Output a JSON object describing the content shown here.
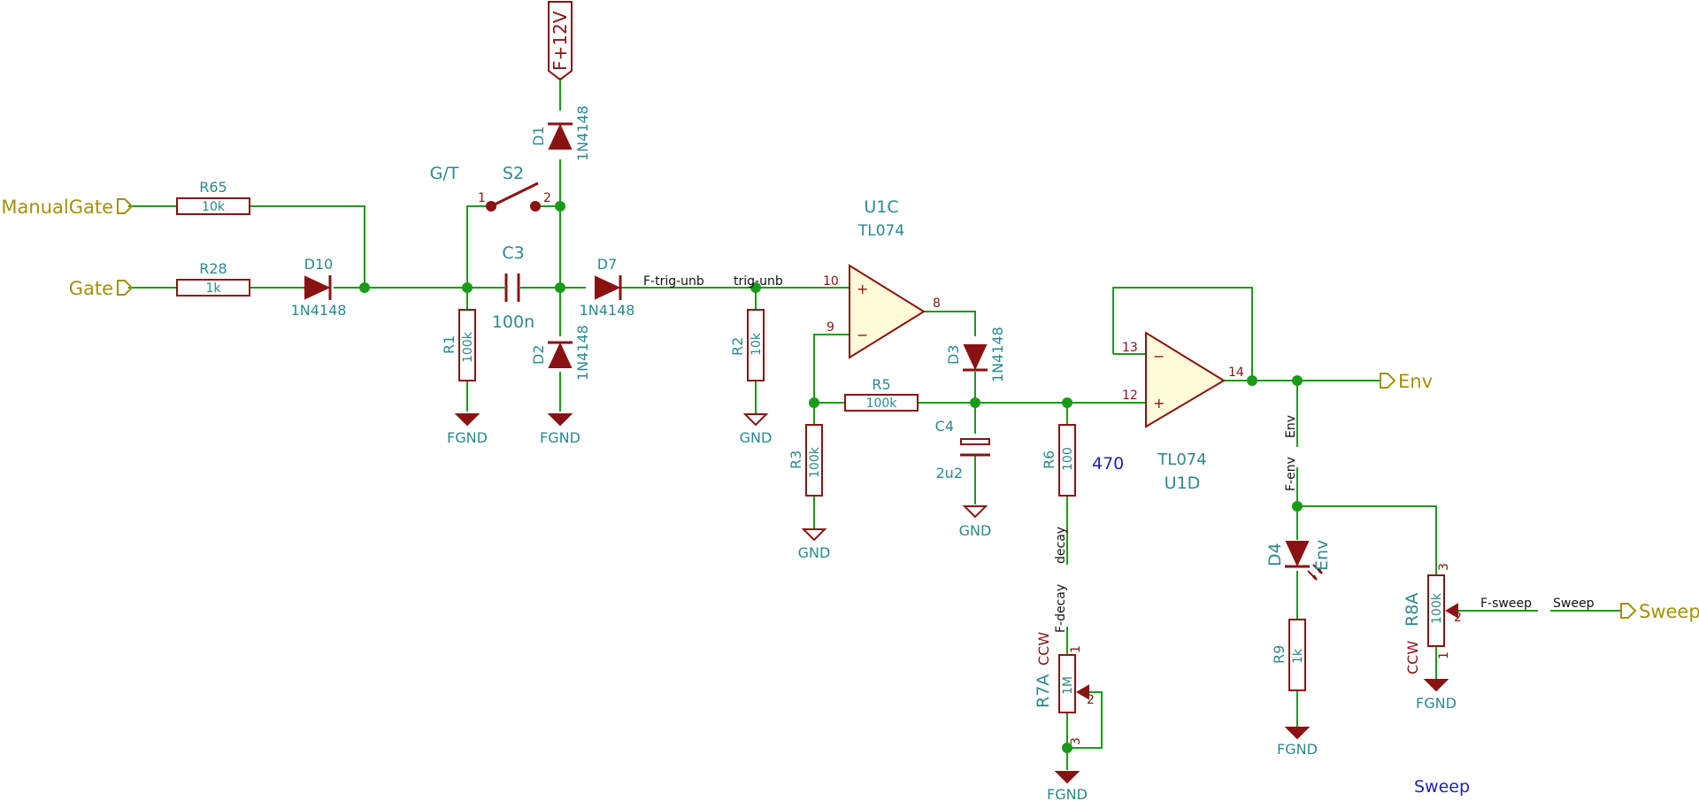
{
  "schematic": {
    "ports": {
      "manual_gate": "ManualGate",
      "gate": "Gate",
      "env": "Env",
      "sweep": "Sweep"
    },
    "power": {
      "supply": "F+12V",
      "fgnd": "FGND",
      "gnd": "GND"
    },
    "components": {
      "r65": {
        "ref": "R65",
        "value": "10k"
      },
      "r28": {
        "ref": "R28",
        "value": "1k"
      },
      "d10": {
        "ref": "D10",
        "value": "1N4148"
      },
      "r1": {
        "ref": "R1",
        "value": "100k"
      },
      "c3": {
        "ref": "C3",
        "value": "100n"
      },
      "s2": {
        "ref": "S2",
        "label": "G/T",
        "pin1": "1",
        "pin2": "2"
      },
      "d1": {
        "ref": "D1",
        "value": "1N4148"
      },
      "d2": {
        "ref": "D2",
        "value": "1N4148"
      },
      "d7": {
        "ref": "D7",
        "value": "1N4148"
      },
      "r2": {
        "ref": "R2",
        "value": "10k"
      },
      "u1c": {
        "ref": "U1C",
        "value": "TL074",
        "pin_in_p": "10",
        "pin_in_n": "9",
        "pin_out": "8"
      },
      "d3": {
        "ref": "D3",
        "value": "1N4148"
      },
      "r5": {
        "ref": "R5",
        "value": "100k"
      },
      "r3": {
        "ref": "R3",
        "value": "100k"
      },
      "c4": {
        "ref": "C4",
        "value": "2u2"
      },
      "r6": {
        "ref": "R6",
        "value": "100"
      },
      "u1d": {
        "ref": "U1D",
        "value": "TL074",
        "pin_in_n": "13",
        "pin_in_p": "12",
        "pin_out": "14"
      },
      "r7a": {
        "ref": "R7A",
        "value": "1M",
        "ccw": "CCW",
        "pin1": "1",
        "pin2": "2",
        "pin3": "3"
      },
      "d4": {
        "ref": "D4",
        "value": "Env"
      },
      "r9": {
        "ref": "R9",
        "value": "1k"
      },
      "r8a": {
        "ref": "R8A",
        "value": "100k",
        "ccw": "CCW",
        "pin1": "1",
        "pin2": "2",
        "pin3": "3"
      }
    },
    "nets": {
      "f_trig_unb": "F-trig-unb",
      "trig_unb": "trig-unb",
      "env": "Env",
      "f_env": "F-env",
      "decay": "decay",
      "f_decay": "F-decay",
      "f_sweep": "F-sweep",
      "sweep": "Sweep"
    },
    "opamp_signs": {
      "plus": "+",
      "minus": "−"
    },
    "notes": {
      "r6_alt": "470",
      "sweep": "Sweep"
    }
  }
}
